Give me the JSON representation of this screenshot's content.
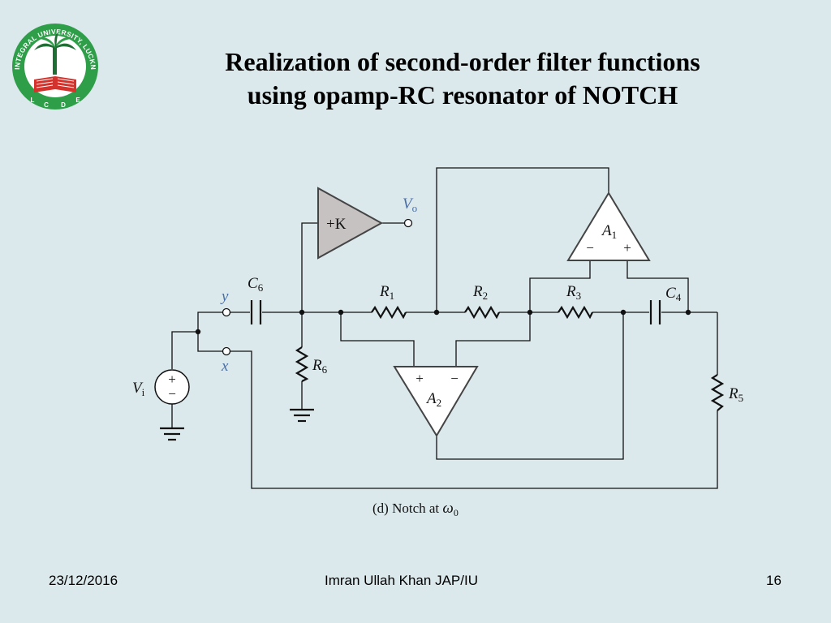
{
  "slide": {
    "title_line1": "Realization of second-order filter functions",
    "title_line2": "using opamp-RC resonator of NOTCH"
  },
  "logo": {
    "ring_text": "INTEGRAL UNIVERSITY, LUCKNOW",
    "bottom_letters": [
      "L",
      "C",
      "D",
      "E"
    ],
    "colors": {
      "green": "#2e9e49",
      "red": "#d4322c",
      "dark_green": "#1f6e34"
    }
  },
  "circuit": {
    "gain_block_label": "+K",
    "output_label": "V",
    "output_sub": "o",
    "input_source_label": "V",
    "input_source_sub": "i",
    "source_plus": "+",
    "source_minus": "−",
    "node_y": "y",
    "node_x": "x",
    "c6": {
      "letter": "C",
      "sub": "6"
    },
    "c4": {
      "letter": "C",
      "sub": "4"
    },
    "r1": {
      "letter": "R",
      "sub": "1"
    },
    "r2": {
      "letter": "R",
      "sub": "2"
    },
    "r3": {
      "letter": "R",
      "sub": "3"
    },
    "r5": {
      "letter": "R",
      "sub": "5"
    },
    "r6": {
      "letter": "R",
      "sub": "6"
    },
    "a1": {
      "letter": "A",
      "sub": "1",
      "minus": "−",
      "plus": "+"
    },
    "a2": {
      "letter": "A",
      "sub": "2",
      "minus": "−",
      "plus": "+"
    },
    "caption_text": "(d)  Notch at ",
    "caption_symbol": "ω",
    "caption_sub": "0",
    "colors": {
      "wire": "#111111",
      "amp_fill": "#c7c2c2",
      "amp_stroke": "#444444",
      "amp_a_fill": "#ffffff",
      "node_label": "#4a6fa5"
    }
  },
  "footer": {
    "date": "23/12/2016",
    "author": "Imran Ullah Khan JAP/IU",
    "page": "16"
  }
}
